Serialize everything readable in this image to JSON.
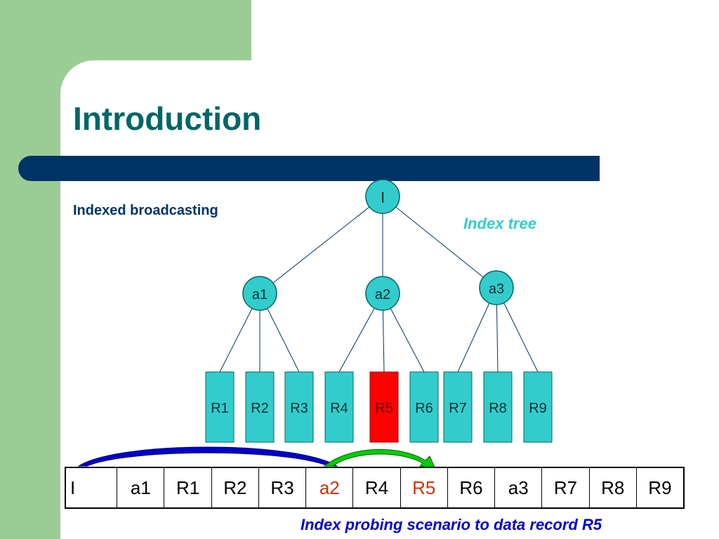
{
  "slide": {
    "title": "Introduction",
    "subtitle": "Indexed broadcasting",
    "tree_label": "Index tree",
    "caption": "Index probing scenario to data record R5"
  },
  "tree": {
    "root": "I",
    "index_nodes": [
      "a1",
      "a2",
      "a3"
    ],
    "records": [
      "R1",
      "R2",
      "R3",
      "R4",
      "R5",
      "R6",
      "R7",
      "R8",
      "R9"
    ],
    "highlighted_record": "R5"
  },
  "broadcast": {
    "cells": [
      "I",
      "a1",
      "R1",
      "R2",
      "R3",
      "a2",
      "R4",
      "R5",
      "R6",
      "a3",
      "R7",
      "R8",
      "R9"
    ],
    "accent_cells": [
      "a2",
      "R5"
    ]
  },
  "colors": {
    "node_fill": "#33cccc",
    "highlight_fill": "#ff0000",
    "title": "#006666",
    "bar": "#003366",
    "accent_text": "#cc3300",
    "caption": "#0000cc",
    "probe_arrow_blue": "#0000cc",
    "probe_arrow_green": "#00cc00"
  }
}
